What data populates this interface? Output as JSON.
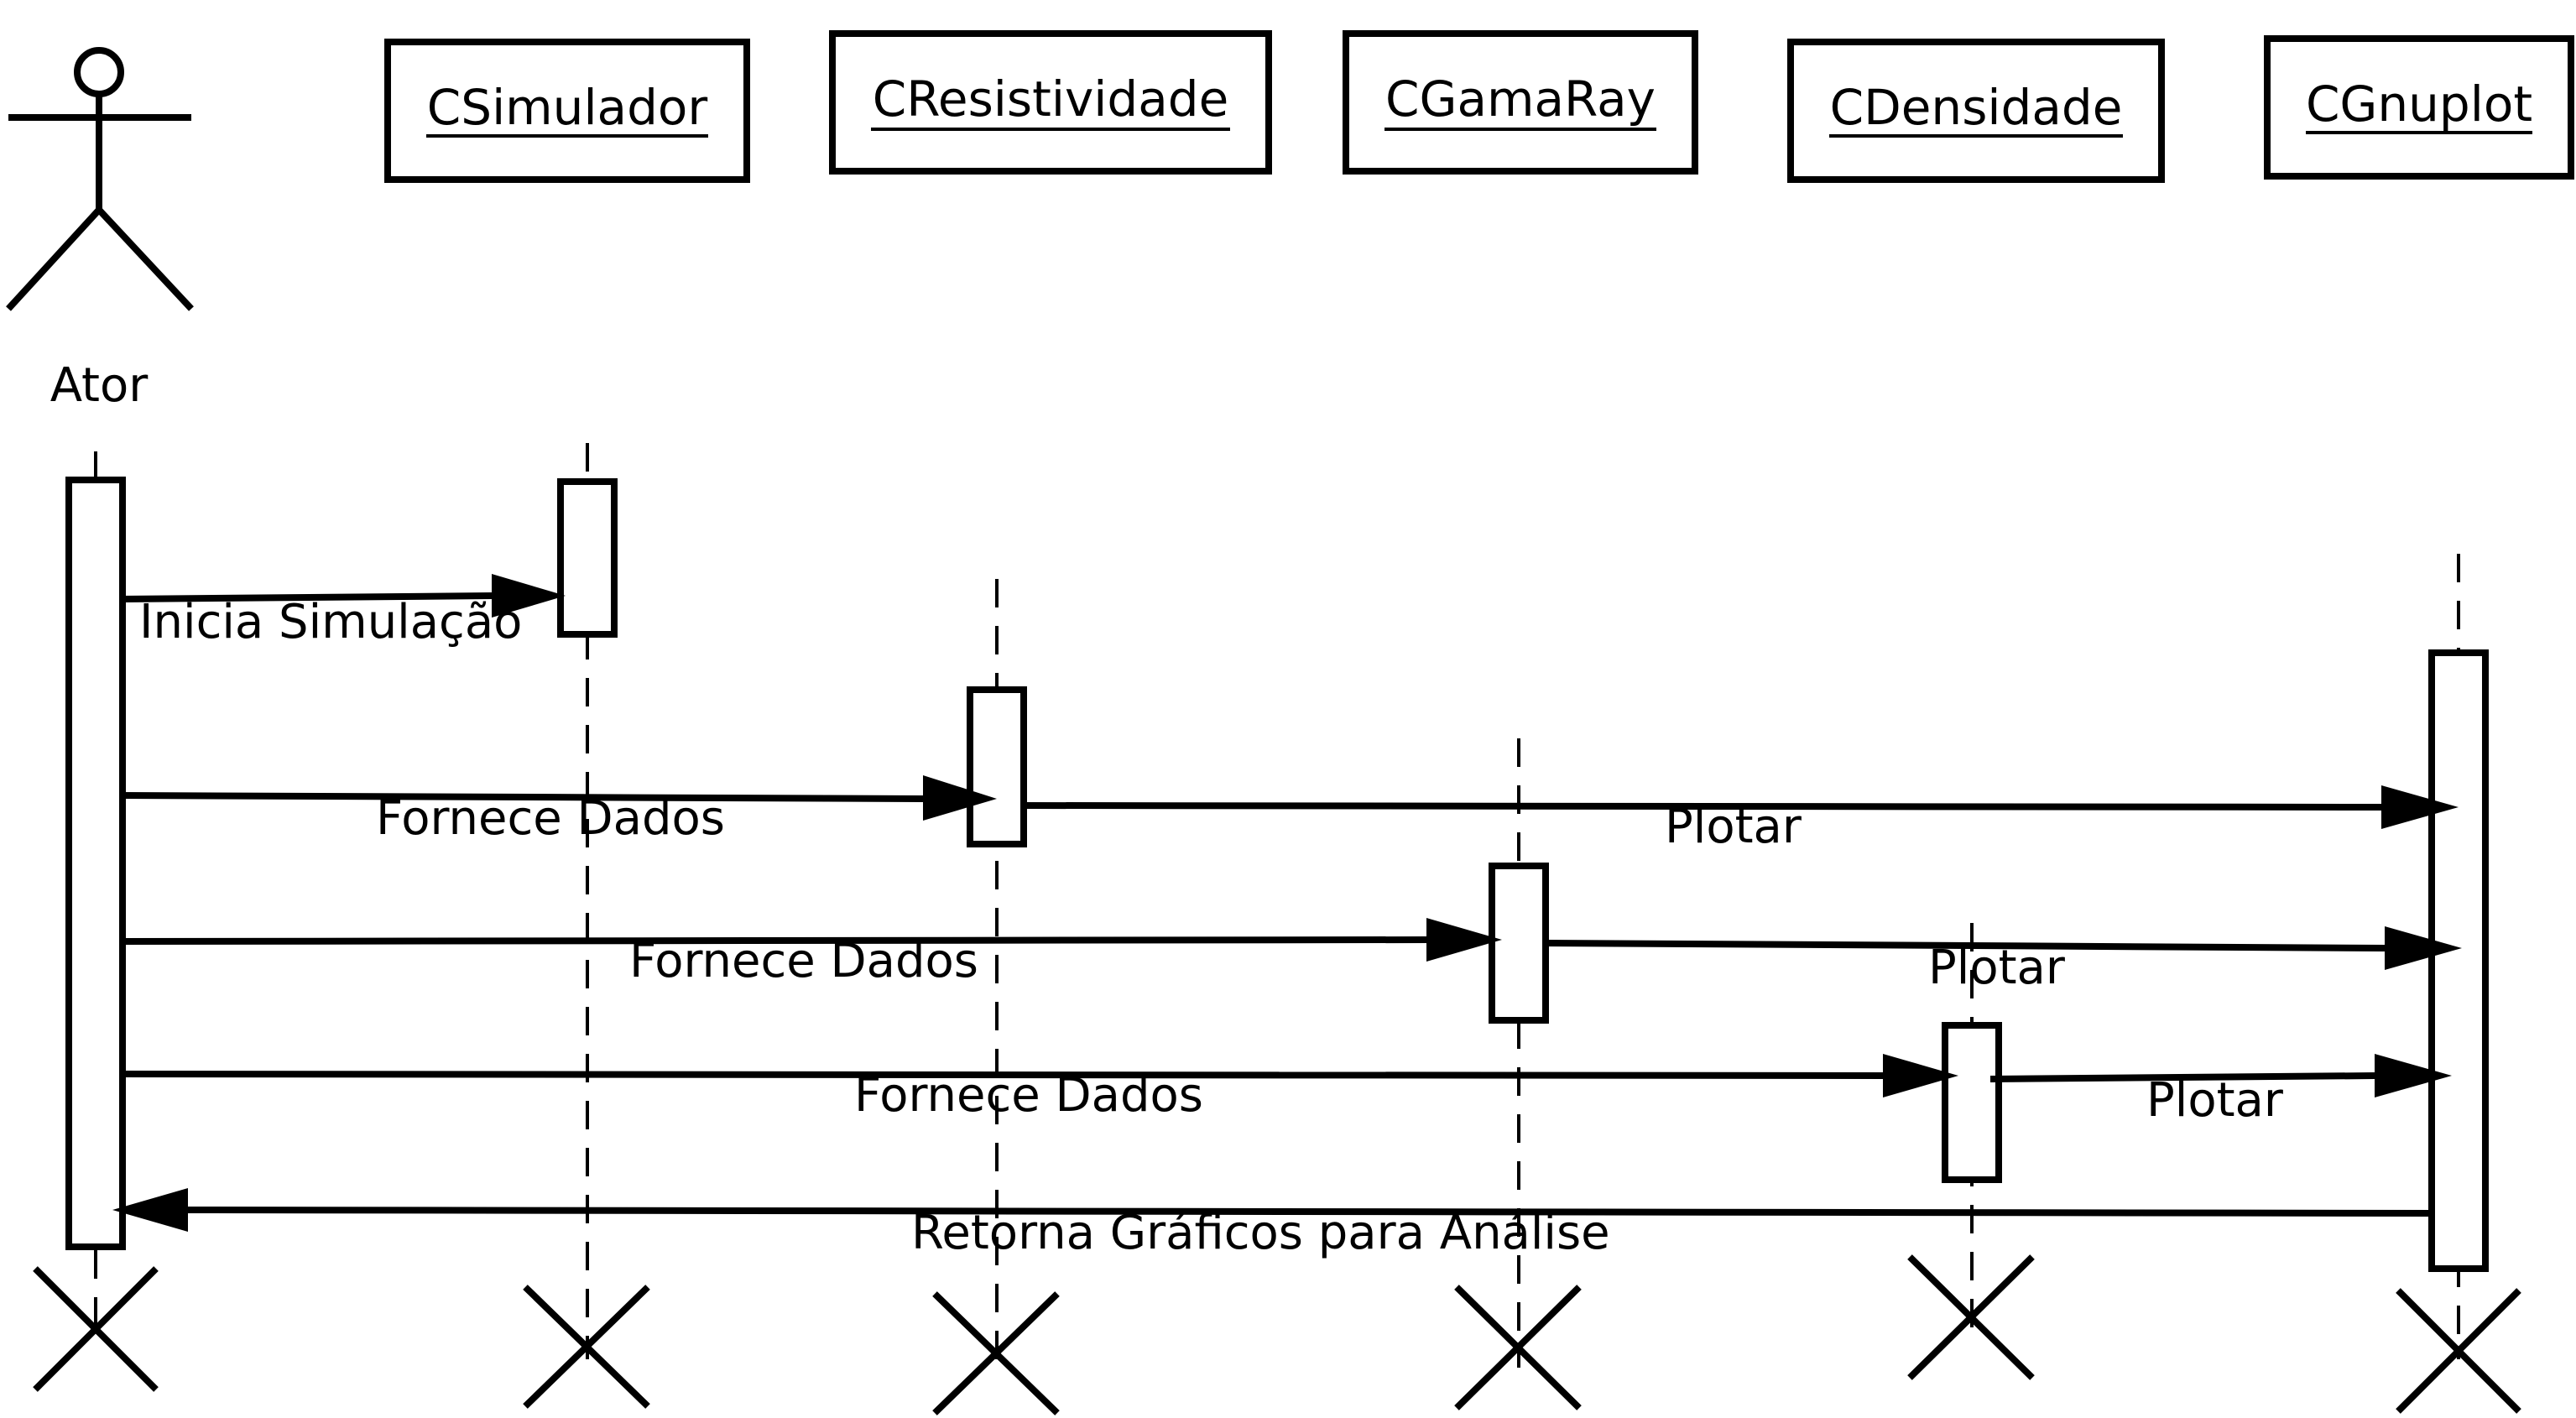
{
  "actor": {
    "label": "Ator"
  },
  "objects": [
    {
      "id": "simulador",
      "label": "CSimulador"
    },
    {
      "id": "resistividade",
      "label": "CResistividade"
    },
    {
      "id": "gamaray",
      "label": "CGamaRay"
    },
    {
      "id": "densidade",
      "label": "CDensidade"
    },
    {
      "id": "gnuplot",
      "label": "CGnuplot"
    }
  ],
  "messages": [
    {
      "from": "ator",
      "to": "simulador",
      "label": "Inicia Simulação"
    },
    {
      "from": "ator",
      "to": "resistividade",
      "label": "Fornece Dados"
    },
    {
      "from": "resistividade",
      "to": "gnuplot",
      "label": "Plotar"
    },
    {
      "from": "ator",
      "to": "gamaray",
      "label": "Fornece Dados"
    },
    {
      "from": "gamaray",
      "to": "gnuplot",
      "label": "Plotar"
    },
    {
      "from": "ator",
      "to": "densidade",
      "label": "Fornece Dados"
    },
    {
      "from": "densidade",
      "to": "gnuplot",
      "label": "Plotar"
    },
    {
      "from": "gnuplot",
      "to": "ator",
      "label": "Retorna Gráficos para Análise"
    }
  ]
}
